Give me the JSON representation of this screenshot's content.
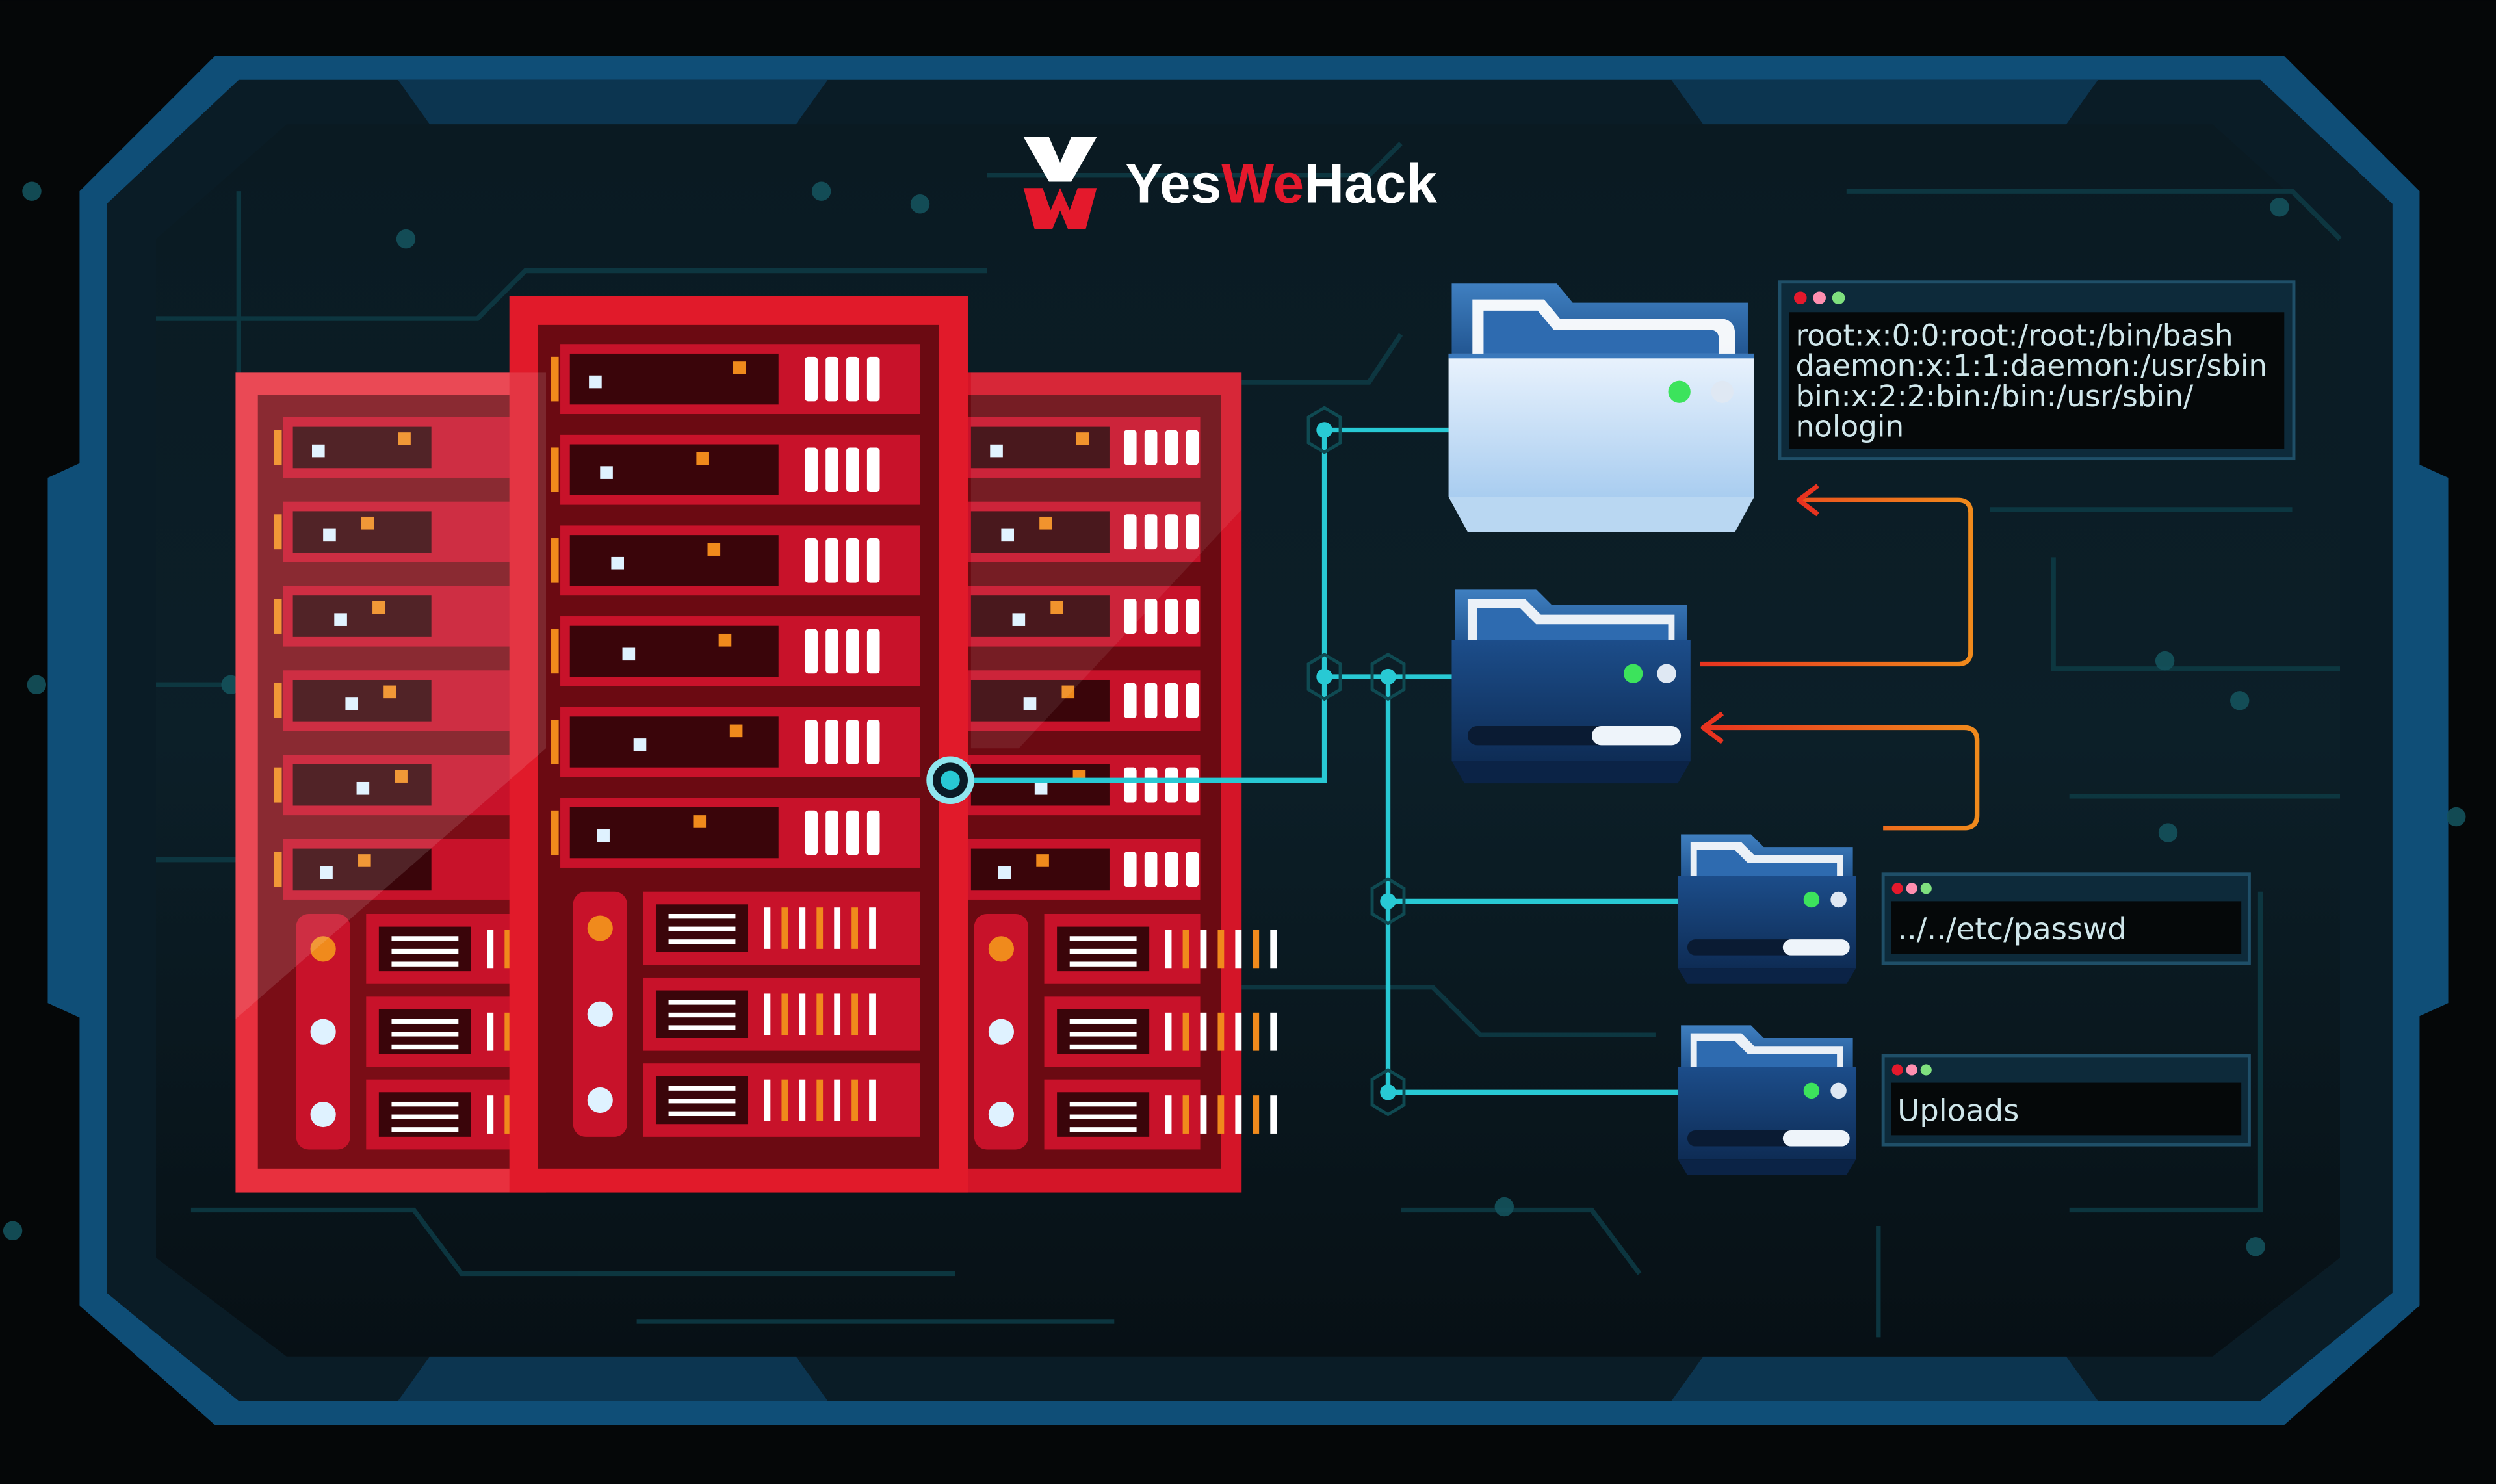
{
  "brand": {
    "name_part1": "Yes",
    "name_part2": "We",
    "name_part3": "Hack"
  },
  "terminals": {
    "passwd_output": {
      "lines": [
        "root:x:0:0:root:/root:/bin/bash",
        "daemon:x:1:1:daemon:/usr/sbin",
        "bin:x:2:2:bin:/bin:/usr/sbin/",
        "nologin"
      ]
    },
    "traversal_input": {
      "text": "../../etc/passwd"
    },
    "uploads_input": {
      "text": "Uploads"
    }
  },
  "colors": {
    "background": "#050708",
    "frame_blue": "#0f4e77",
    "frame_dark": "#0a1c26",
    "circuit": "#0d3a44",
    "server_red": "#e11a2a",
    "server_dark": "#6b0a12",
    "connector_cyan": "#28c9d4",
    "arrow_red": "#e8331f",
    "arrow_orange": "#f08a1c",
    "folder_light": "#dbe9fa",
    "folder_blue": "#1e5c9c",
    "terminal_text": "#cfe6ea",
    "brand_red": "#e4192c"
  },
  "icons": {
    "logo": "yeswehack-logo",
    "servers": "server-rack-icon",
    "folders": "folder-drive-icon"
  }
}
